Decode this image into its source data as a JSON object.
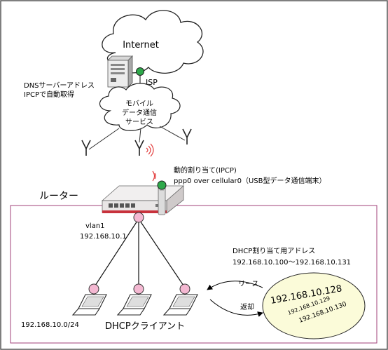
{
  "diagram": {
    "internet_label": "Internet",
    "isp_label": "ISP",
    "dns_note": {
      "line1": "DNSサーバーアドレス",
      "line2": "IPCPで自動取得"
    },
    "mobile_cloud": {
      "line1": "モバイル",
      "line2": "データ通信",
      "line3": "サービス"
    },
    "router_label": "ルーター",
    "wan_assign": {
      "line1": "動的割り当て(IPCP)",
      "line2": "ppp0 over cellular0（USB型データ通信端末）"
    },
    "lan_if": {
      "name": "vlan1",
      "address": "192.168.10.1"
    },
    "dhcp_range": {
      "title": "DHCP割り当て用アドレス",
      "range": "192.168.10.100〜192.168.10.131"
    },
    "lease_label": "リース",
    "return_label": "返却",
    "pool_addresses": {
      "primary": "192.168.10.128",
      "secondary": "192.168.10.129",
      "tertiary": "192.168.10.130"
    },
    "subnet_label": "192.168.10.0/24",
    "clients_label": "DHCPクライアント"
  },
  "colors": {
    "frame": "#555555",
    "lan_border": "#a0407a",
    "client_node": "#f4b8d2",
    "wan_node": "#2ea84a",
    "pool_fill": "#fbfbd9",
    "router_body": "#e9e6e6",
    "router_stripe": "#c8323c",
    "signal_red": "#e03030"
  }
}
